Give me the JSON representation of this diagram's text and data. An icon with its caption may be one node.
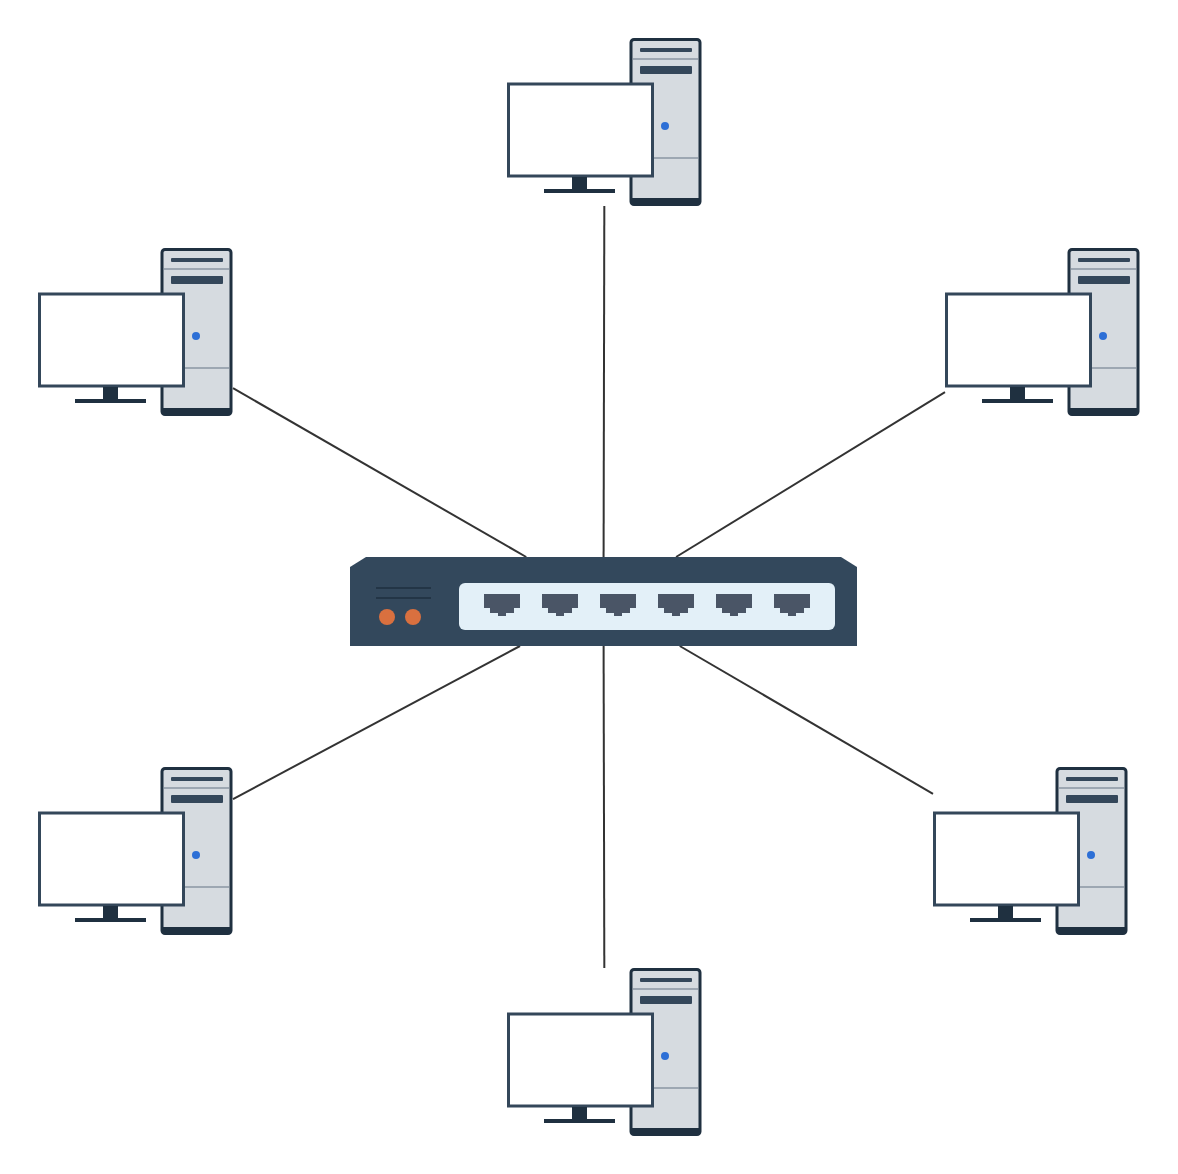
{
  "diagram": {
    "nodes": [
      {
        "text": [],
        "shape": "picture"
      },
      {
        "text": [],
        "shape": "picture"
      },
      {
        "text": [],
        "shape": "picture"
      },
      {
        "text": [],
        "shape": "picture"
      },
      {
        "text": [],
        "shape": "picture"
      },
      {
        "text": [],
        "shape": "picture"
      },
      {
        "text": [],
        "shape": "picture"
      }
    ],
    "edges": [
      {
        "from": 3,
        "to": 0,
        "arrow": "none"
      },
      {
        "from": 3,
        "to": 1,
        "arrow": "none"
      },
      {
        "from": 3,
        "to": 2,
        "arrow": "none"
      },
      {
        "from": 3,
        "to": 4,
        "arrow": "none"
      },
      {
        "from": 3,
        "to": 5,
        "arrow": "none"
      },
      {
        "from": 3,
        "to": 6,
        "arrow": "none"
      }
    ]
  }
}
